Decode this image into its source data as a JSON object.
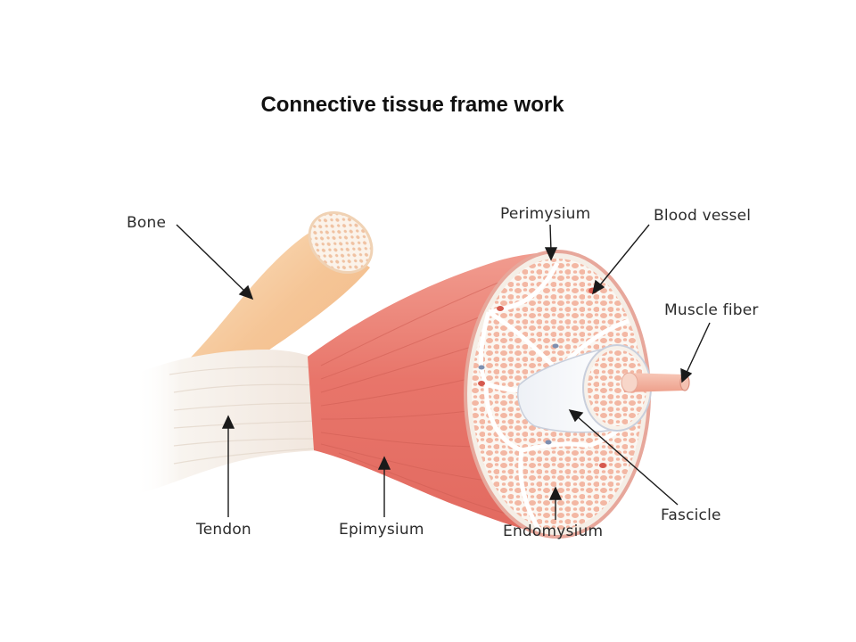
{
  "title": "Connective tissue frame work",
  "labels": {
    "bone": "Bone",
    "perimysium": "Perimysium",
    "blood_vessel": "Blood vessel",
    "muscle_fiber": "Muscle fiber",
    "tendon": "Tendon",
    "epimysium": "Epimysium",
    "endomysium": "Endomysium",
    "fascicle": "Fascicle"
  },
  "colors": {
    "muscle": "#e8776c",
    "bone": "#f6c99c",
    "tendon": "#f3efe9",
    "tissue": "#f7f3ee",
    "fiber": "#f2b2a0"
  }
}
